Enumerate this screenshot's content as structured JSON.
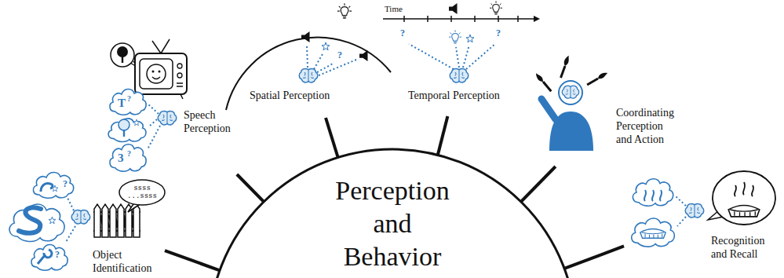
{
  "diagram": {
    "nodes": [
      {
        "text": [
          "Perception and Behavior"
        ]
      },
      {
        "text": [
          "Object Identification"
        ]
      },
      {
        "text": [
          "Speech Perception"
        ]
      },
      {
        "text": [
          "Spatial Perception"
        ]
      },
      {
        "text": [
          "Temporal Perception"
        ]
      },
      {
        "text": [
          "Coordinating Perception and Action"
        ]
      },
      {
        "text": [
          "Recognition and Recall"
        ]
      }
    ],
    "edges": [
      {
        "from": 0,
        "to": 1,
        "arrow": "none"
      },
      {
        "from": 0,
        "to": 2,
        "arrow": "none"
      },
      {
        "from": 0,
        "to": 3,
        "arrow": "none"
      },
      {
        "from": 0,
        "to": 4,
        "arrow": "none"
      },
      {
        "from": 0,
        "to": 5,
        "arrow": "none"
      },
      {
        "from": 0,
        "to": 6,
        "arrow": "none"
      }
    ],
    "labels": [
      "ssss ...ssss",
      "?",
      "?",
      "T",
      "?",
      "3",
      "?",
      "?",
      "Time",
      "?",
      "?"
    ]
  }
}
